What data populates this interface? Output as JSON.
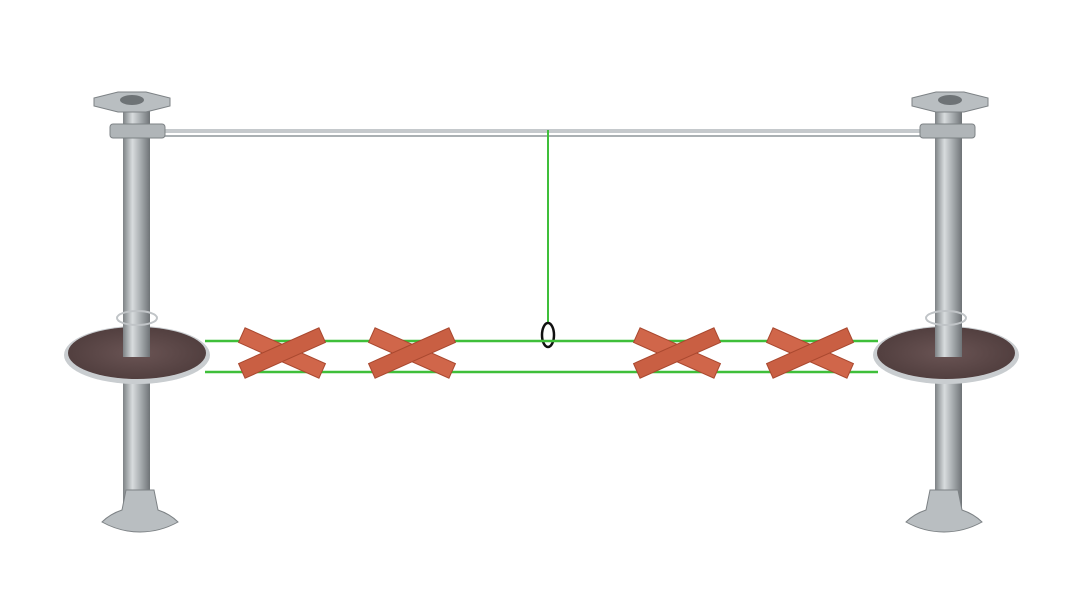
{
  "scene": {
    "background": "#ffffff",
    "colors": {
      "pole": "#9ea3a6",
      "pole_highlight": "#d8dcde",
      "cable": "#3fbf3a",
      "platform": "#5b4646",
      "platform_rim": "#c9cdd0",
      "beam": "#d0664a",
      "beam_dark": "#a9482f",
      "ring": "#111111"
    },
    "elements": [
      "left-pole",
      "right-pole",
      "top-cable",
      "drop-line",
      "ring",
      "left-platform",
      "right-platform",
      "foot-cables",
      "cross-beams"
    ]
  }
}
